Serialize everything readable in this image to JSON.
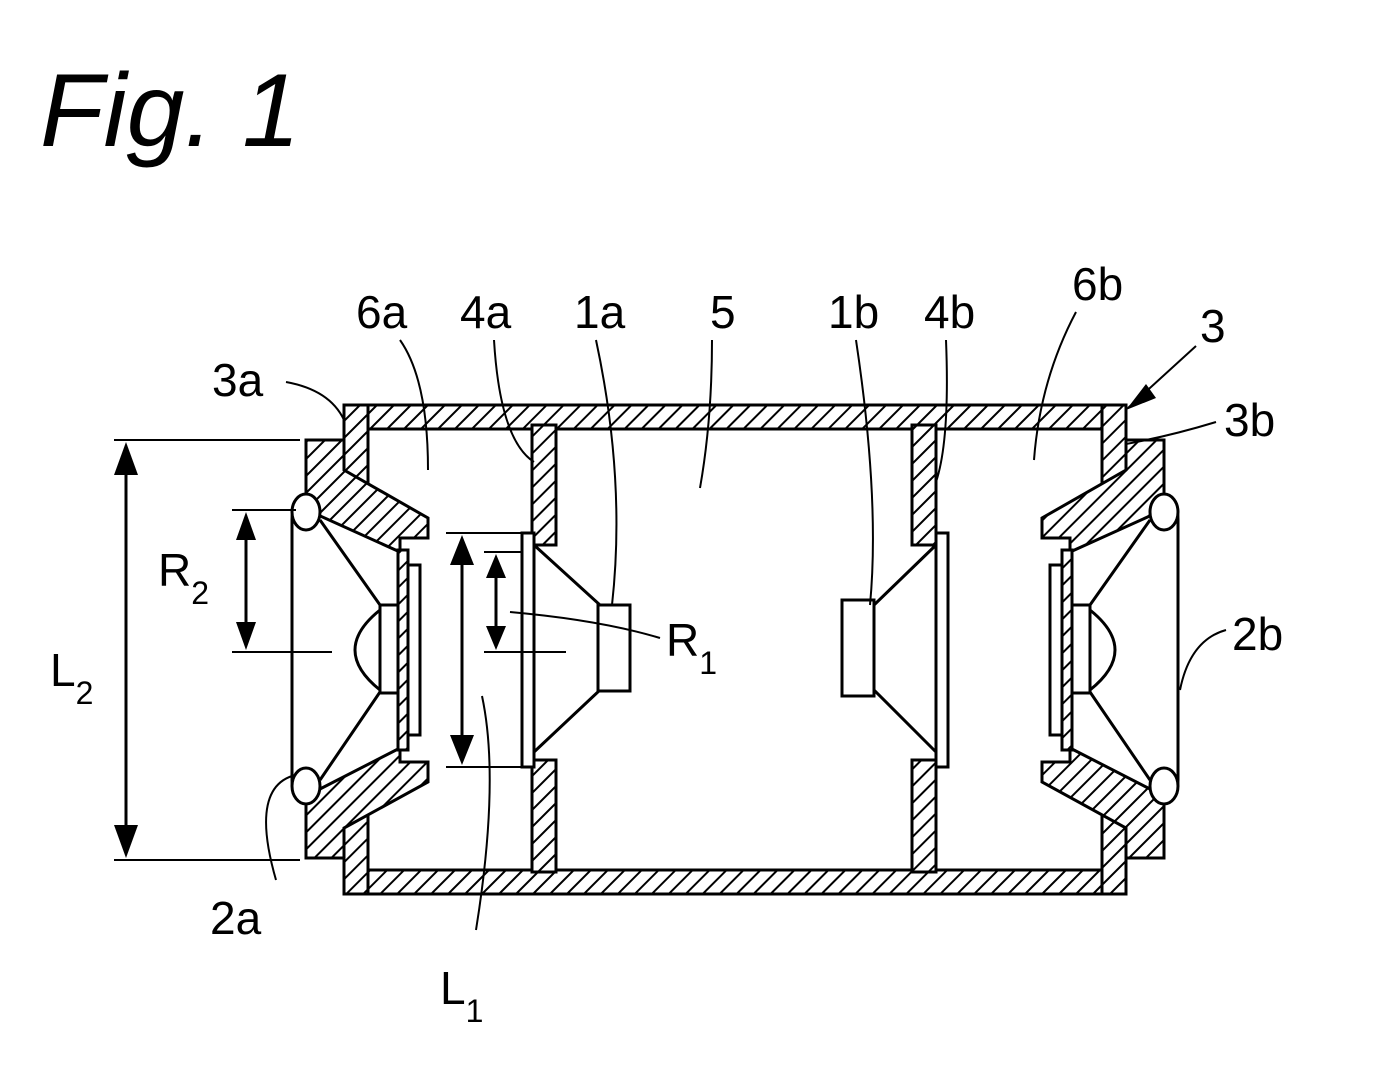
{
  "figure": {
    "title": "Fig. 1",
    "labels": {
      "l_3a": "3a",
      "l_6a": "6a",
      "l_4a": "4a",
      "l_1a": "1a",
      "l_5": "5",
      "l_1b": "1b",
      "l_4b": "4b",
      "l_6b": "6b",
      "l_3": "3",
      "l_3b": "3b",
      "l_2b": "2b",
      "l_2a": "2a",
      "l_R2": "R",
      "l_R2_sub": "2",
      "l_L2": "L",
      "l_L2_sub": "2",
      "l_R1": "R",
      "l_R1_sub": "1",
      "l_L1": "L",
      "l_L1_sub": "1"
    }
  }
}
